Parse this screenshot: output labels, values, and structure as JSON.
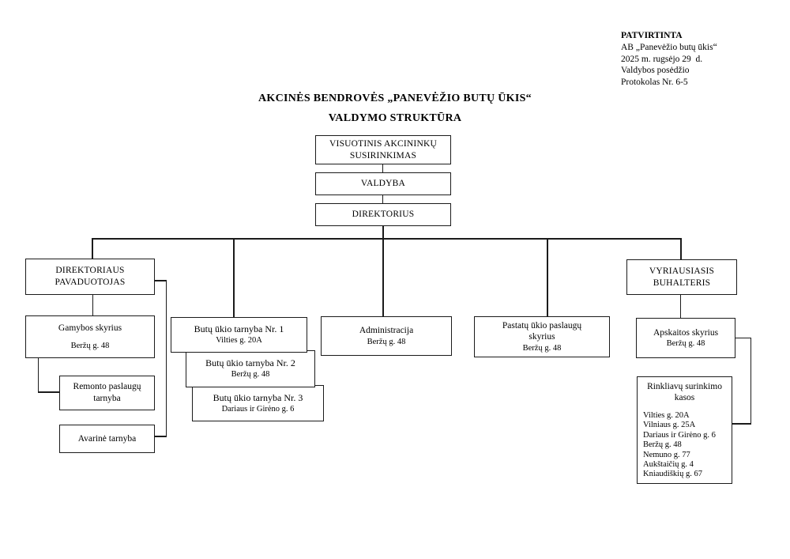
{
  "approval": {
    "lines": [
      "PATVIRTINTA",
      "AB „Panevėžio butų ūkis“",
      "2025 m. rugsėjo 29  d.",
      "Valdybos posėdžio",
      "Protokolas Nr. 6-5"
    ]
  },
  "title": {
    "line1": "AKCINĖS BENDROVĖS „PANEVĖŽIO BUTŲ ŪKIS“",
    "line2": "VALDYMO STRUKTŪRA"
  },
  "org": {
    "visuotinis": {
      "l1": "VISUOTINIS AKCININKŲ",
      "l2": "SUSIRINKIMAS"
    },
    "valdyba": {
      "l1": "VALDYBA"
    },
    "direktorius": {
      "l1": "DIREKTORIUS"
    },
    "pavaduotojas": {
      "l1": "DIREKTORIAUS",
      "l2": "PAVADUOTOJAS"
    },
    "gamybos": {
      "l1": "Gamybos skyrius",
      "addr": "Beržų g. 48"
    },
    "remonto": {
      "l1": "Remonto paslaugų",
      "l2": "tarnyba"
    },
    "avarine": {
      "l1": "Avarinė tarnyba"
    },
    "butu1": {
      "l1": "Butų ūkio tarnyba Nr. 1",
      "addr": "Vilties g. 20A"
    },
    "butu2": {
      "l1": "Butų ūkio tarnyba Nr. 2",
      "addr": "Beržų g. 48"
    },
    "butu3": {
      "l1": "Butų ūkio tarnyba Nr. 3",
      "addr": "Dariaus ir Girėno g. 6"
    },
    "administracija": {
      "l1": "Administracija",
      "addr": "Beržų g. 48"
    },
    "pastatu": {
      "l1": "Pastatų ūkio paslaugų",
      "l2": "skyrius",
      "addr": "Beržų g. 48"
    },
    "buhalteris": {
      "l1": "VYRIAUSIASIS",
      "l2": "BUHALTERIS"
    },
    "apskaitos": {
      "l1": "Apskaitos skyrius",
      "addr": "Beržų g. 48"
    },
    "rinkliavu": {
      "l1": "Rinkliavų surinkimo",
      "l2": "kasos",
      "addresses": [
        "Vilties g. 20A",
        "Vilniaus g. 25A",
        "Dariaus ir Girėno g. 6",
        "Beržų g. 48",
        "Nemuno g. 77",
        "Aukštaičių g. 4",
        "Kniaudiškių g. 67"
      ]
    }
  },
  "colors": {
    "line": "#1b1b1b",
    "background": "#ffffff",
    "text": "#000000"
  }
}
